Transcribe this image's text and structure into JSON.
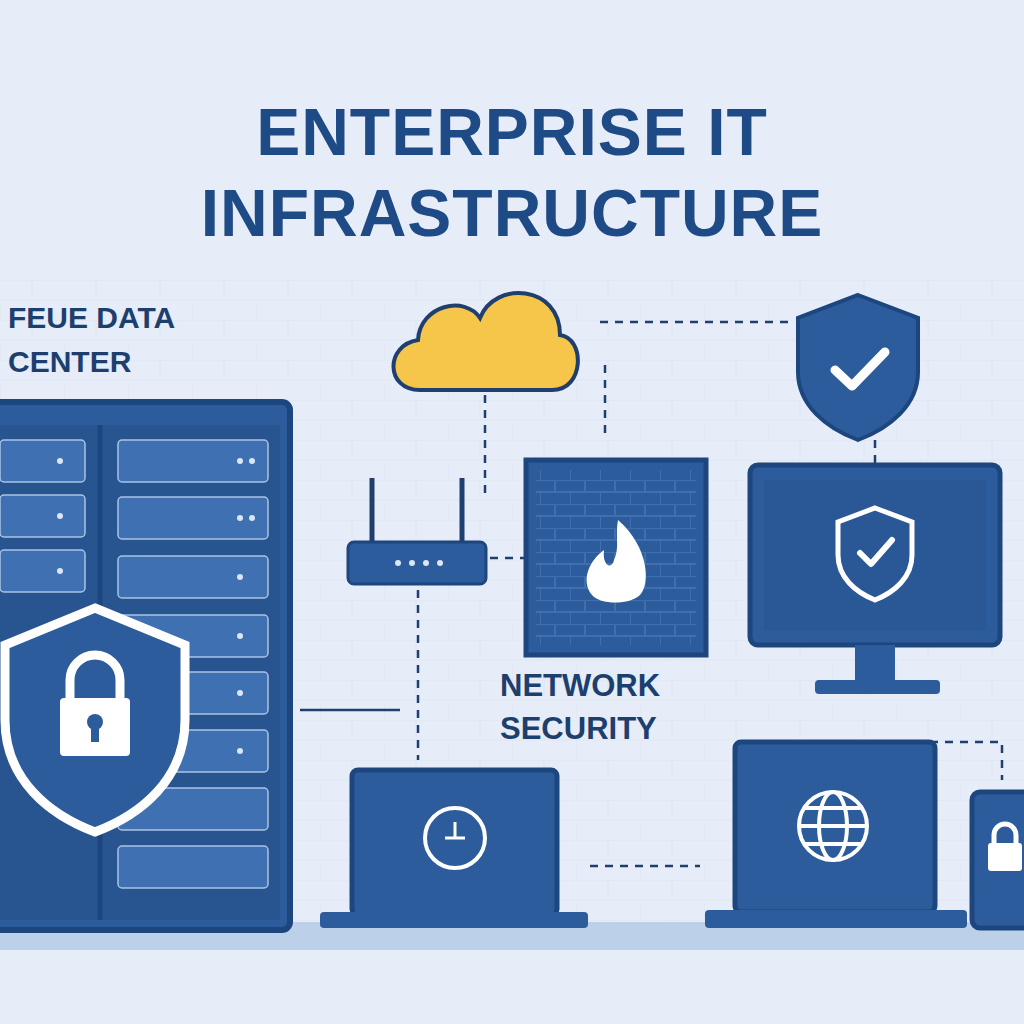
{
  "diagram": {
    "title": "ENTERPRISE IT INFRASTRUCTURE",
    "labels": [
      "FEUE DATA CENTER",
      "NETWORK SECURITY"
    ]
  }
}
